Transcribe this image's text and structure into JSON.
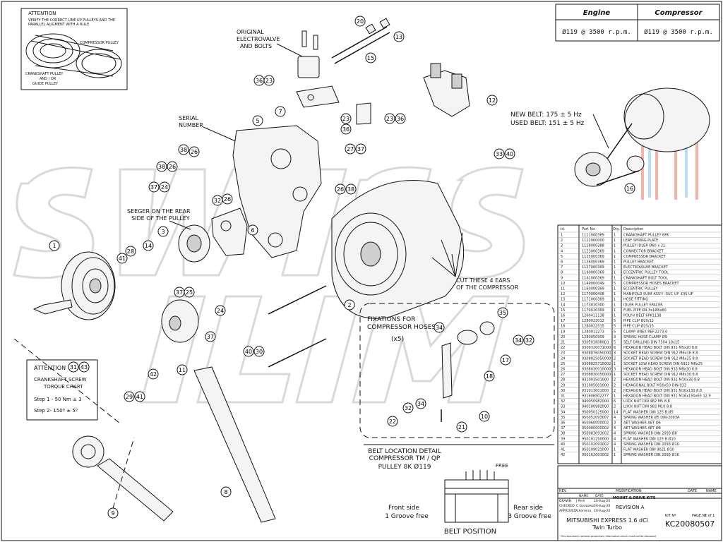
{
  "attention_top": {
    "title": "ATTENTION",
    "lines": [
      "VERIFY THE CORRECT LINE UP PULLEYS AND THE",
      "PARALLEL ALIGMENT WITH A RULE"
    ],
    "compressor_pulley": "COMPRESSOR PULLEY",
    "crank_lines": [
      "CRANKSHAFT PULLEY",
      "AND / OR",
      "GUIDE PULLEY"
    ]
  },
  "speed_table": {
    "headers": [
      "Engine",
      "Compressor"
    ],
    "values": [
      "Ø119 @ 3500 r.p.m.",
      "Ø119 @ 3500 r.p.m."
    ]
  },
  "callouts": {
    "electrovalve": [
      "ORIGINAL",
      "ELECTROVALVE",
      "AND BOLTS"
    ],
    "serial": [
      "SERIAL",
      "NUMBER"
    ],
    "seeger": [
      "SEEGER ON THE REAR",
      "SIDE OF THE PULLEY"
    ],
    "cut_ears": [
      "CUT THESE 4 EARS",
      "OF THE COMPRESSOR"
    ],
    "belt_freq": [
      "NEW BELT: 175 ± 5 Hz",
      "USED BELT: 151 ± 5 Hz"
    ],
    "fixations": [
      "FIXATIONS FOR",
      "COMPRESSOR HOSES"
    ],
    "fixations_qty": "(x5)"
  },
  "torque_box": {
    "title": "ATTENTION",
    "subtitle": [
      "CRANKSHAFT SCREW",
      "TORQUE CHART"
    ],
    "steps": [
      "Step 1 - 50 Nm ± 3",
      "Step 2- 150º ± 5º"
    ]
  },
  "belt_detail": {
    "title": [
      "BELT LOCATION DETAIL",
      "COMPRESSOR TM / QP",
      "PULLEY 8K Ø119"
    ],
    "free": "FREE",
    "front": [
      "Front side",
      "1 Groove free"
    ],
    "rear": [
      "Rear side",
      "3 Groove free"
    ],
    "position": "BELT POSITION"
  },
  "balloons": [
    {
      "n": "1"
    },
    {
      "n": "3"
    },
    {
      "n": "14"
    },
    {
      "n": "41"
    },
    {
      "n": "28"
    },
    {
      "n": "38"
    },
    {
      "n": "26"
    },
    {
      "n": "38"
    },
    {
      "n": "26"
    },
    {
      "n": "37"
    },
    {
      "n": "24"
    },
    {
      "n": "5"
    },
    {
      "n": "7"
    },
    {
      "n": "36"
    },
    {
      "n": "23"
    },
    {
      "n": "20"
    },
    {
      "n": "13"
    },
    {
      "n": "15"
    },
    {
      "n": "23"
    },
    {
      "n": "36"
    },
    {
      "n": "23"
    },
    {
      "n": "36"
    },
    {
      "n": "27"
    },
    {
      "n": "37"
    },
    {
      "n": "26"
    },
    {
      "n": "38"
    },
    {
      "n": "32"
    },
    {
      "n": "26"
    },
    {
      "n": "6"
    },
    {
      "n": "12"
    },
    {
      "n": "33"
    },
    {
      "n": "40"
    },
    {
      "n": "37"
    },
    {
      "n": "25"
    },
    {
      "n": "24"
    },
    {
      "n": "37"
    },
    {
      "n": "11"
    },
    {
      "n": "2"
    },
    {
      "n": "42"
    },
    {
      "n": "29"
    },
    {
      "n": "41"
    },
    {
      "n": "31"
    },
    {
      "n": "43"
    },
    {
      "n": "40"
    },
    {
      "n": "30"
    },
    {
      "n": "34"
    },
    {
      "n": "35"
    },
    {
      "n": "34"
    },
    {
      "n": "32"
    },
    {
      "n": "17"
    },
    {
      "n": "18"
    },
    {
      "n": "22"
    },
    {
      "n": "32"
    },
    {
      "n": "34"
    },
    {
      "n": "10"
    },
    {
      "n": "21"
    },
    {
      "n": "16"
    },
    {
      "n": "9"
    },
    {
      "n": "8"
    }
  ],
  "bom": {
    "headers": [
      "Id.",
      "Part No.",
      "Qty.",
      "Description"
    ],
    "rows": [
      [
        "1",
        "1111000369",
        "1",
        "CRANKSHAFT PULLEY 6PK"
      ],
      [
        "2",
        "1112060000",
        "1",
        "LEAF SPRING PLATE"
      ],
      [
        "3",
        "1118000388",
        "1",
        "PULLEY IDLER Ø60 x 21"
      ],
      [
        "4",
        "1123000369",
        "1",
        "CONNECTOR BRACKET"
      ],
      [
        "5",
        "1125000369",
        "1",
        "COMPRESSOR BRACKET"
      ],
      [
        "6",
        "1126000369",
        "1",
        "PULLEY BRACKET"
      ],
      [
        "7",
        "1127000369",
        "1",
        "ELECTROVALVE BRACKET"
      ],
      [
        "8",
        "1140000369",
        "1",
        "ECCENTRIC PULLEY TOOL"
      ],
      [
        "9",
        "1141000369",
        "1",
        "CRANKSHAFT BOLT TOOL"
      ],
      [
        "10",
        "1149000049",
        "5",
        "COMPRESSOR HOSES BRACKET"
      ],
      [
        "11",
        "1160000369",
        "1",
        "ECCENTRIC PULLEY"
      ],
      [
        "12",
        "1170000408",
        "1",
        "MANIFOLD SUIM ASS'Y -SUC UP -DIS UP"
      ],
      [
        "13",
        "1171000369",
        "1",
        "HOSE FITTING"
      ],
      [
        "14",
        "1173010300",
        "1",
        "IDLER PULLEY SPACER"
      ],
      [
        "15",
        "1179010369",
        "1",
        "FUEL PIPE Ø4.3x1Ø6x60"
      ],
      [
        "16",
        "1260411138",
        "1",
        "POLY-V BELT 6PK1138"
      ],
      [
        "17",
        "1280022012",
        "5",
        "PIPE CLIP Ø20/12"
      ],
      [
        "18",
        "1280022515",
        "5",
        "PIPE CLIP Ø25/15"
      ],
      [
        "19",
        "1280012273",
        "5",
        "CLAMP UNEX REF.2273-0"
      ],
      [
        "20",
        "1280050909",
        "3",
        "SPRING HOSE CLAMP Ø9"
      ],
      [
        "21",
        "9305016080D1",
        "5",
        "SELF DRILLING DIN 7504 10x15"
      ],
      [
        "22",
        "9309320071000",
        "6",
        "HEXAGON HEAD BOLT DIN 931 M5x20 8.8"
      ],
      [
        "23",
        "9308876050000",
        "3",
        "SOCKET HEAD SCREW DIN 912 M6x16 8.8"
      ],
      [
        "24",
        "9308825050000",
        "2",
        "SOCKET HEAD SCREW DIN 912 M8x25 8.8"
      ],
      [
        "25",
        "9308825715002",
        "1",
        "SOCKET LOW HEAD SCREW DIN 6912 M8x25"
      ],
      [
        "26",
        "9308030010000",
        "3",
        "HEXAGON HEAD BOLT DIN 933 M8x30 8.8"
      ],
      [
        "27",
        "9308830050000",
        "1",
        "SOCKET HEAD SCREW DIN 912 M8x30 8.8"
      ],
      [
        "28",
        "931003501000",
        "2",
        "HEXAGON HEAD BOLT DIN 931 M10x35 8.8"
      ],
      [
        "29",
        "931005001000",
        "2",
        "HEXAGONAL BOLT M10x50 DIN-933"
      ],
      [
        "30",
        "931013001000",
        "2",
        "HEXAGON HEAD BOLT DIN 931 M10x130 8.8"
      ],
      [
        "31",
        "931606502277",
        "1",
        "HEXAGON HEAD BOLT DIN 931 M16x150x65 12.9"
      ],
      [
        "32",
        "940050982000",
        "6",
        "LOCK NUT DIN 982 M5 8.8"
      ],
      [
        "33",
        "940100982000",
        "2",
        "LOCK NUT DIN 982 M10 8.8"
      ],
      [
        "34",
        "950050125000",
        "14",
        "FLAT WASHER DIN 125 B Ø5"
      ],
      [
        "35",
        "950052093007",
        "4",
        "SPRING WASHER Ø5 DIN-2093A"
      ],
      [
        "36",
        "950060000002",
        "3",
        "AET WASHER AET Ø6"
      ],
      [
        "37",
        "950080000002",
        "4",
        "AET WASHER AET Ø8"
      ],
      [
        "38",
        "950083093002",
        "4",
        "SPRING WASHER DIN 2093 Ø8"
      ],
      [
        "39",
        "950101250000",
        "4",
        "FLAT WASHER DIN 125 B Ø10"
      ],
      [
        "40",
        "950102093002",
        "4",
        "SPRING WASHER DIN 2093 Ø10"
      ],
      [
        "41",
        "950109021000",
        "1",
        "FLAT WASHER DIN 9021 Ø10"
      ],
      [
        "42",
        "950162093002",
        "1",
        "SPRING WASHER DIN 2093 Ø16"
      ]
    ]
  },
  "title_block": {
    "rev_headers": [
      "REV.",
      "MODIFICATION",
      "DATE",
      "NAME"
    ],
    "people_headers": [
      "",
      "NAME",
      "DATE"
    ],
    "people": [
      [
        "DRAWN",
        "J.Peril",
        "20-Aug-20"
      ],
      [
        "CHECKED",
        "C.Gonzalez",
        "20-Aug-20"
      ],
      [
        "APPROVED",
        "V.Ferreira",
        "20-Aug-20"
      ]
    ],
    "company": "MOUNT & DRIVE KITS",
    "revision": "REVISION  A",
    "kit_label": "KIT Nº",
    "kit": "KC20080507",
    "page_label": "PAGE Nº",
    "page": "1 of 1",
    "model": "MITSUBISHI EXPRESS 1.6 dCi",
    "model2": "Twin Turbo",
    "disclaimer": "This document contains proprietary information which must not be disclosed"
  },
  "colors": {
    "ink": "#111111",
    "watermark": "#d9d9d9",
    "belt_red": "#e0603a",
    "belt_blue": "#4aa3df"
  }
}
